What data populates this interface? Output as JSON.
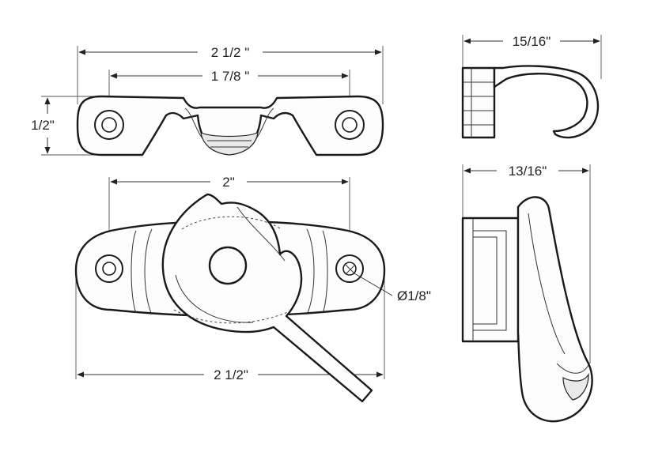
{
  "dimensions": {
    "top_length_overall": "2 1/2 \"",
    "top_hole_spacing": "1 7/8 \"",
    "top_height": "1/2\"",
    "keeper_depth": "15/16\"",
    "front_hole_spacing": "2\"",
    "front_length_overall": "2 1/2\"",
    "screw_diameter": "Ø1/8\"",
    "side_depth": "13/16\""
  }
}
